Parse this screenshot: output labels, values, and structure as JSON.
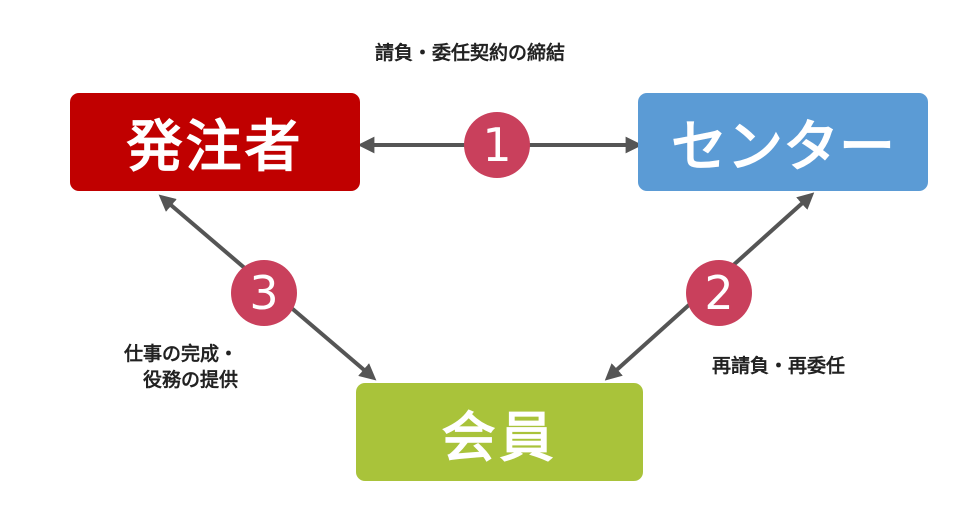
{
  "entities": {
    "client": "発注者",
    "center": "センター",
    "member": "会員"
  },
  "steps": {
    "one": {
      "number": "1",
      "label": "請負・委任契約の締結"
    },
    "two": {
      "number": "2",
      "label": "再請負・再委任"
    },
    "three": {
      "number": "3",
      "label_line1": "仕事の完成・",
      "label_line2": "役務の提供"
    }
  },
  "colors": {
    "client": "#c00000",
    "center": "#5b9bd5",
    "member": "#a9c33a",
    "step_circle": "#c9405c",
    "arrow": "#555555"
  }
}
